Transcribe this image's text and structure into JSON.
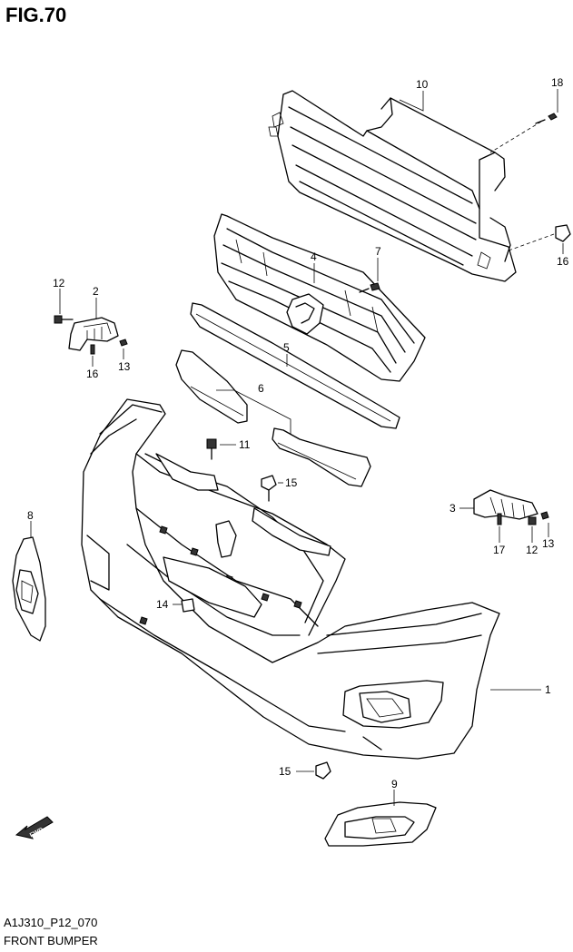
{
  "figure": {
    "title": "FIG.70",
    "code": "A1J310_P12_070",
    "caption": "FRONT BUMPER",
    "fwd_label": "FWD"
  },
  "callouts": {
    "c1": "1",
    "c2": "2",
    "c3": "3",
    "c4": "4",
    "c5": "5",
    "c6": "6",
    "c7": "7",
    "c8": "8",
    "c9": "9",
    "c10": "10",
    "c11": "11",
    "c12a": "12",
    "c12b": "12",
    "c13a": "13",
    "c13b": "13",
    "c14": "14",
    "c15a": "15",
    "c15b": "15",
    "c16a": "16",
    "c16b": "16",
    "c17": "17",
    "c18": "18"
  }
}
